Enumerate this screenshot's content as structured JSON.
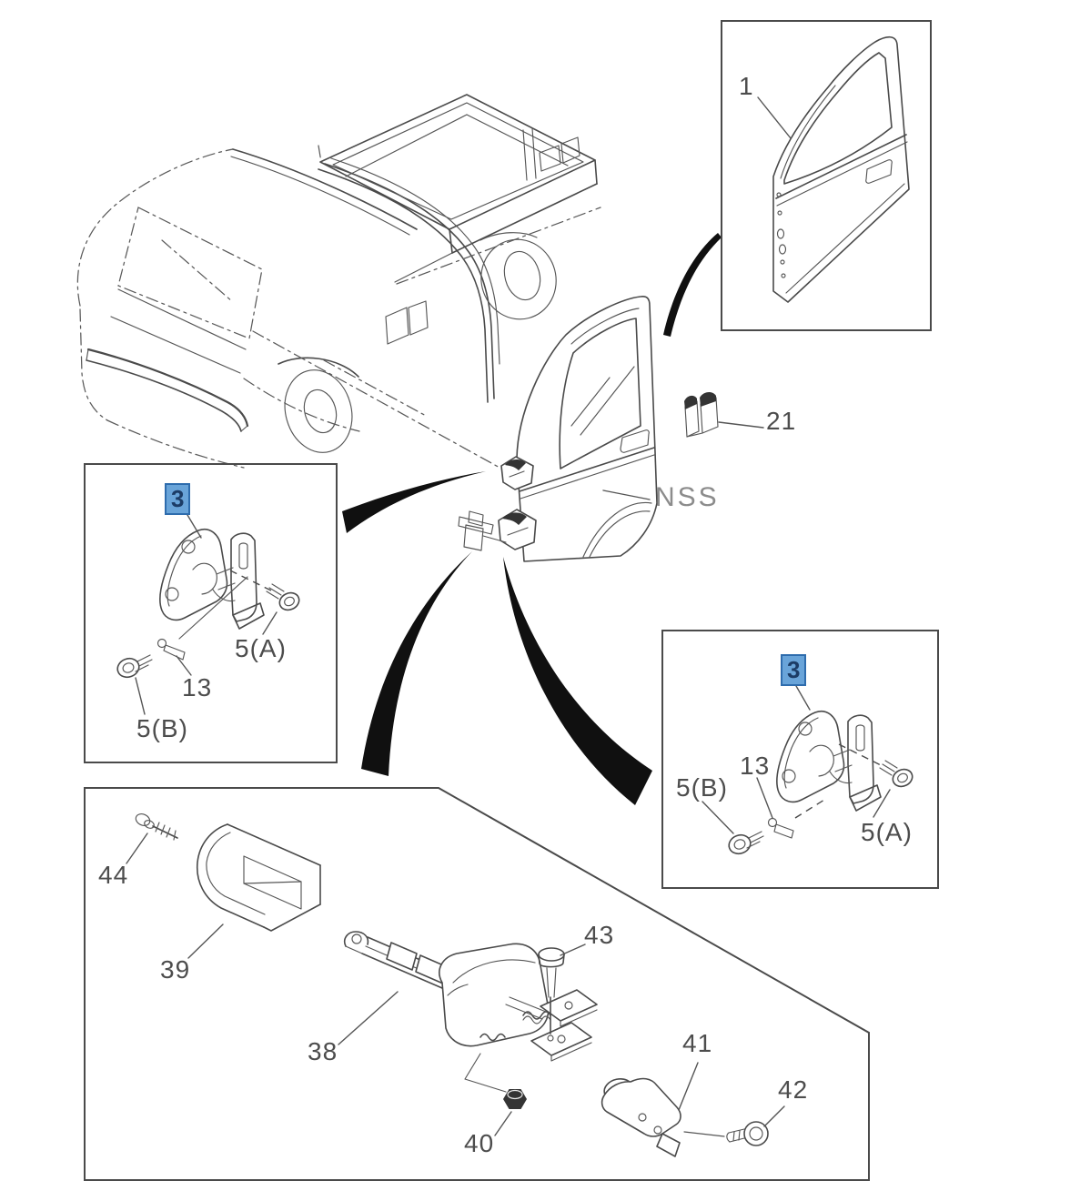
{
  "colors": {
    "line": "#4a4a4a",
    "label_text": "#4d4d4d",
    "nss_text": "#8c8c8c",
    "highlight_bg": "#69a4d9",
    "highlight_border": "#2e6cad",
    "highlight_text": "#1c3c66",
    "arrow_fill": "#101010"
  },
  "labels": {
    "door_panel": "1",
    "lock_striker": "21",
    "door_note": "NSS",
    "left_hinge_box": {
      "hinge": "3",
      "bolt_a": "5(A)",
      "check_link": "13",
      "bolt_b": "5(B)"
    },
    "right_hinge_box": {
      "hinge": "3",
      "check_link": "13",
      "bolt_b": "5(B)",
      "bolt_a": "5(A)"
    },
    "lower_box": {
      "screw": "44",
      "cover": "39",
      "check_strap": "38",
      "pin": "43",
      "nut": "40",
      "bracket": "41",
      "bolt": "42"
    }
  }
}
